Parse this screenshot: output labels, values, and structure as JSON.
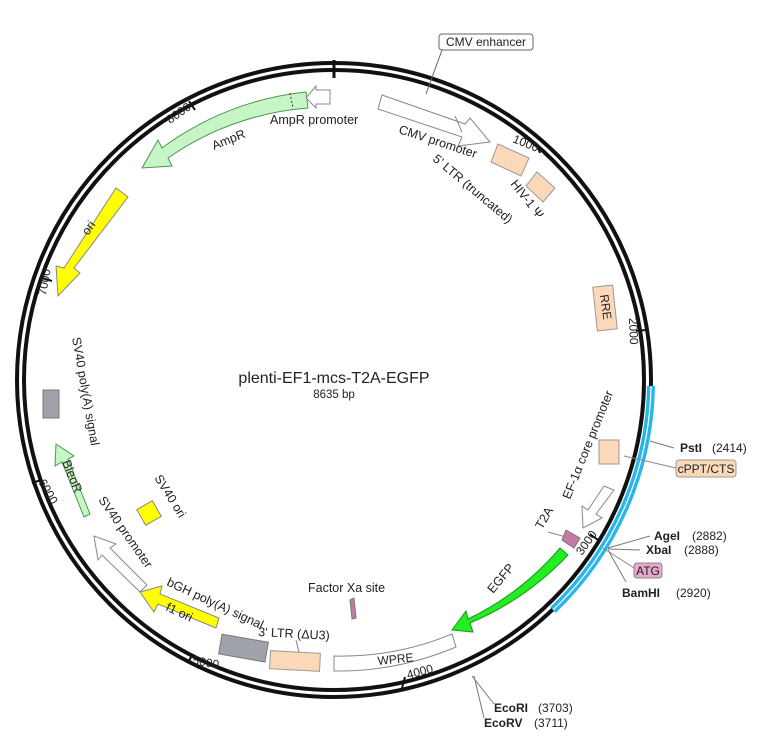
{
  "plasmid": {
    "name": "plenti-EF1-mcs-T2A-EGFP",
    "size_label": "8635 bp"
  },
  "ticks": {
    "t1000": "1000",
    "t2000": "2000",
    "t3000": "3000",
    "t4000": "4000",
    "t5000": "5000",
    "t6000": "6000",
    "t7000": "7000",
    "t8000": "8000"
  },
  "features": {
    "cmv_enhancer": "CMV enhancer",
    "cmv_promoter": "CMV promoter",
    "ltr5": "5' LTR (truncated)",
    "hiv_psi": "HIV-1 Ψ",
    "rre": "RRE",
    "cppt": "cPPT/CTS",
    "ef1a": "EF-1α core promoter",
    "t2a": "T2A",
    "atg": "ATG",
    "egfp": "EGFP",
    "wpre": "WPRE",
    "factor_xa": "Factor Xa site",
    "ltr3": "3' LTR (ΔU3)",
    "bgh": "bGH poly(A) signal",
    "f1ori": "f1 ori",
    "sv40_promoter": "SV40 promoter",
    "sv40_ori": "SV40 ori",
    "bleor": "BleoR",
    "sv40_polya": "SV40 poly(A) signal",
    "ori": "ori",
    "ampr": "AmpR",
    "ampr_promoter": "AmpR promoter"
  },
  "sites": {
    "psti": {
      "name": "PstI",
      "pos": "(2414)"
    },
    "agei": {
      "name": "AgeI",
      "pos": "(2882)"
    },
    "xbai": {
      "name": "XbaI",
      "pos": "(2888)"
    },
    "bamhi": {
      "name": "BamHI",
      "pos": "(2920)"
    },
    "ecori": {
      "name": "EcoRI",
      "pos": "(3703)"
    },
    "ecorv": {
      "name": "EcoRV",
      "pos": "(3711)"
    }
  },
  "colors": {
    "backbone": "#111111",
    "mcs_highlight": "#29b6e8",
    "promoter": "#ffffff",
    "ltr": "#fbd9b8",
    "green_marker": "#c8f5c8",
    "ori_yellow": "#ffff00",
    "egfp_green": "#22ee22",
    "polya_gray": "#a0a4aa",
    "atg_pink": "#e8a8cc"
  }
}
